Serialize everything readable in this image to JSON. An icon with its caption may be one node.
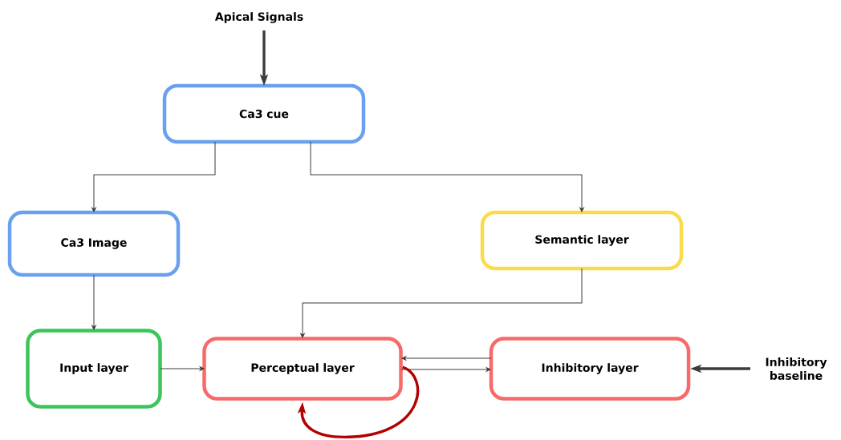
{
  "diagram": {
    "nodes": [
      {
        "text": [
          "Apical Signals"
        ]
      },
      {
        "text": [
          "Ca3 cue"
        ]
      },
      {
        "text": [
          "Ca3 Image"
        ]
      },
      {
        "text": [
          "Semantic layer"
        ]
      },
      {
        "text": [
          "Input layer"
        ]
      },
      {
        "text": [
          "Perceptual layer"
        ]
      },
      {
        "text": [
          "Inhibitory layer"
        ]
      },
      {
        "text": [
          "Inhibitory baseline"
        ]
      }
    ],
    "edges": [
      {
        "from": 0,
        "to": 1,
        "arrow": "to",
        "style": "thick"
      },
      {
        "from": 1,
        "to": 2,
        "arrow": "to"
      },
      {
        "from": 1,
        "to": 3,
        "arrow": "to"
      },
      {
        "from": 2,
        "to": 4,
        "arrow": "to"
      },
      {
        "from": 3,
        "to": 5,
        "arrow": "to"
      },
      {
        "from": 4,
        "to": 5,
        "arrow": "to"
      },
      {
        "from": 6,
        "to": 5,
        "arrow": "to"
      },
      {
        "from": 5,
        "to": 6,
        "arrow": "to"
      },
      {
        "from": 5,
        "to": 5,
        "arrow": "to",
        "style": "thick",
        "color": "#b30000"
      },
      {
        "from": 7,
        "to": 6,
        "arrow": "to",
        "style": "thick"
      }
    ]
  }
}
